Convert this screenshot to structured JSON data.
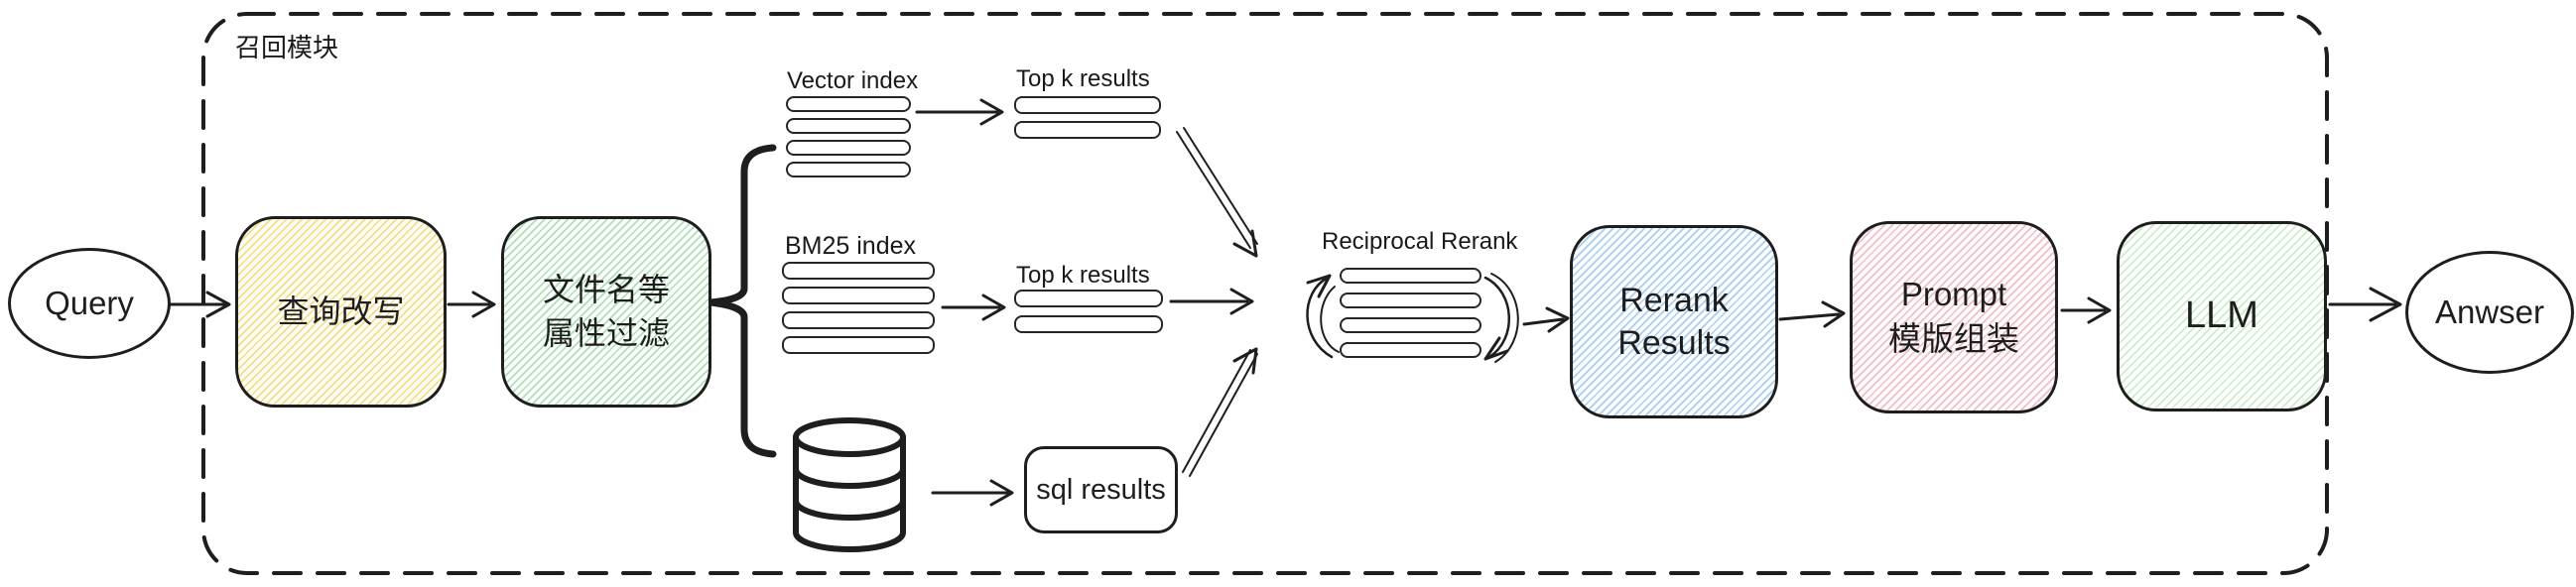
{
  "module": {
    "label": "召回模块"
  },
  "nodes": {
    "query": "Query",
    "rewrite": "查询改写",
    "filter": {
      "line1": "文件名等",
      "line2": "属性过滤"
    },
    "vector_index_label": "Vector index",
    "topk_vector_label": "Top k results",
    "bm25_label": "BM25 index",
    "topk_bm25_label": "Top k results",
    "sql_results": "sql results",
    "reciprocal_label": "Reciprocal Rerank",
    "rerank": {
      "line1": "Rerank",
      "line2": "Results"
    },
    "prompt": {
      "line1": "Prompt",
      "line2": "模版组装"
    },
    "llm": "LLM",
    "answer": "Anwser"
  },
  "stacks": {
    "vector_rows": 4,
    "topk_vector_rows": 2,
    "bm25_rows": 4,
    "topk_bm25_rows": 2,
    "reciprocal_rows": 4
  },
  "colors": {
    "stroke": "#1e1e1e",
    "rewrite_hatch": "#f2de8f",
    "filter_hatch": "#b2dcba",
    "rerank_hatch": "#abcdee",
    "prompt_hatch": "#edc0c8",
    "llm_hatch": "#cfeacf",
    "background": "#ffffff"
  }
}
